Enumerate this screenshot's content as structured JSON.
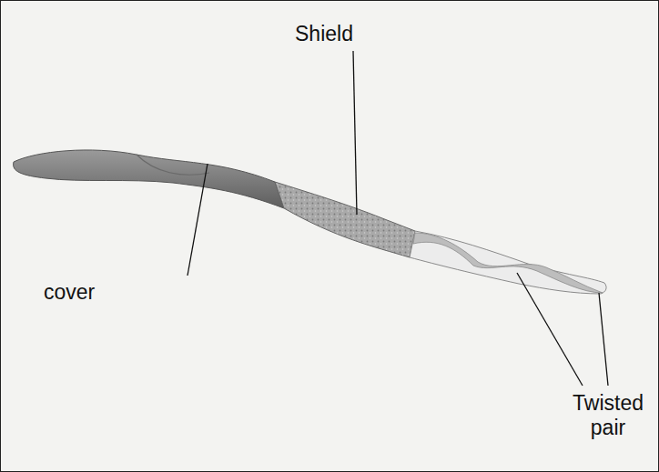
{
  "diagram": {
    "labels": [
      "Shield",
      "cover",
      "Twisted pair"
    ]
  }
}
